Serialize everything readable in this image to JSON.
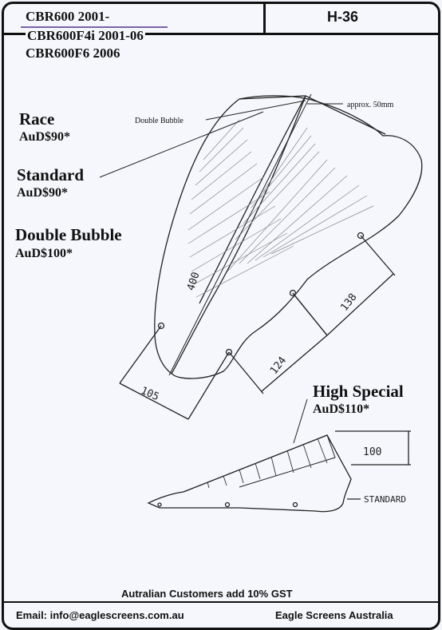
{
  "header": {
    "models": [
      "CBR600 2001-",
      "CBR600F4i 2001-06",
      "CBR600F6   2006"
    ],
    "code": "H-36"
  },
  "options": [
    {
      "name": "Race",
      "price": "AuD$90*"
    },
    {
      "name": "Standard",
      "price": "AuD$90*"
    },
    {
      "name": "Double Bubble",
      "price": "AuD$100*"
    },
    {
      "name": "High Special",
      "price": "AuD$110*"
    }
  ],
  "drawing": {
    "callout_double_bubble": "Double Bubble",
    "callout_height": "approx. 50mm",
    "dim_400": "400",
    "dim_138": "138",
    "dim_124": "124",
    "dim_105": "105",
    "dim_100": "100",
    "standard_label": "STANDARD"
  },
  "footer": {
    "gst_note": "Autralian Customers add 10% GST",
    "email": "Email: info@eaglescreens.com.au",
    "company": "Eagle Screens Australia"
  }
}
